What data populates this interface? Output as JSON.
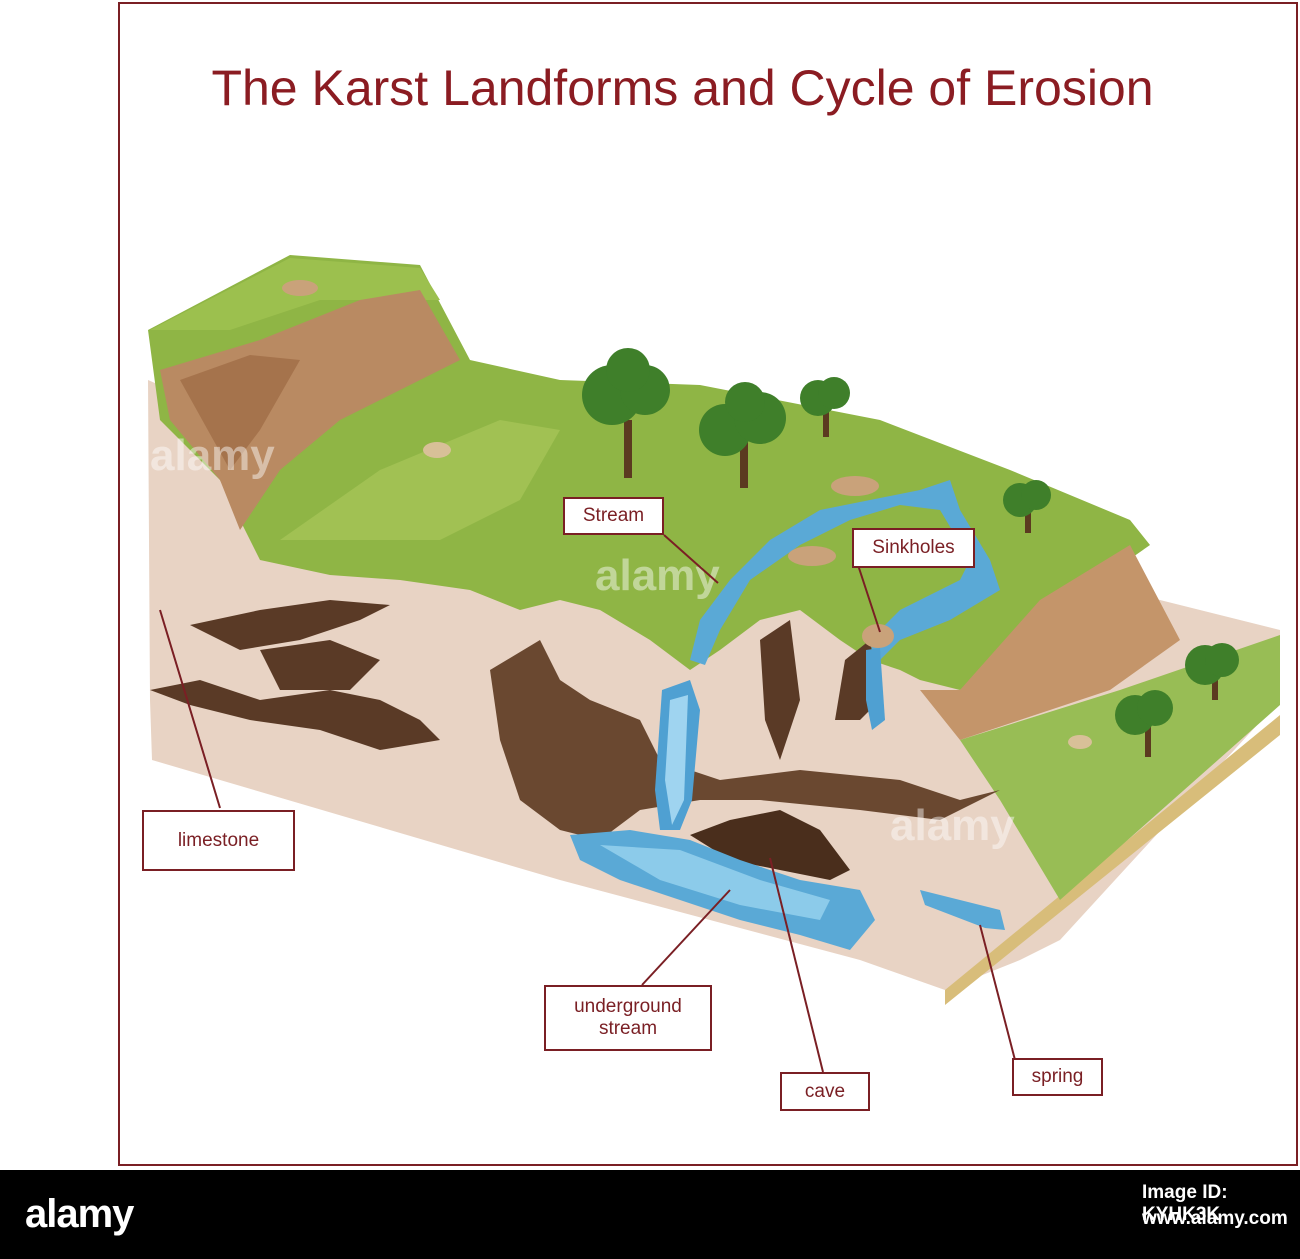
{
  "title": "The Karst Landforms and Cycle of Erosion",
  "labels": {
    "stream": "Stream",
    "sinkholes": "Sinkholes",
    "limestone": "limestone",
    "underground_stream": "underground stream",
    "cave": "cave",
    "spring": "spring"
  },
  "colors": {
    "title": "#8b1c22",
    "frame": "#7a1f24",
    "grass": "#8fb545",
    "cliff": "#b98a62",
    "limestone": "#e9d4c6",
    "cave": "#5a3a26",
    "water": "#5aa9d6"
  },
  "watermark": "alamy",
  "footer": {
    "logo": "alamy",
    "image_id": "Image ID: KYHK3K",
    "url": "www.alamy.com"
  }
}
